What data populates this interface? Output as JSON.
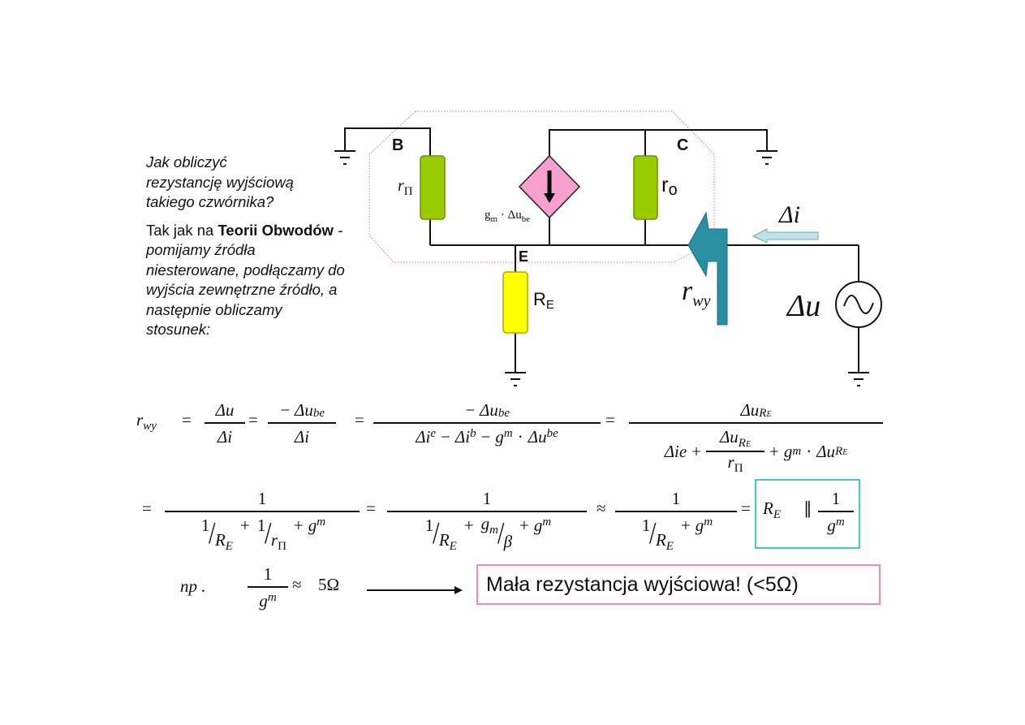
{
  "intro": {
    "question_lines": [
      "Jak obliczyć",
      "rezystancję wyjściową",
      "takiego czwórnika?"
    ],
    "answer_prefix": "Tak jak na ",
    "answer_bold": "Teorii Obwodów",
    "answer_rest": " - pomijamy źródła niesterowane, podłączamy do wyjścia zewnętrzne źródło, a następnie obliczamy stosunek:"
  },
  "circuit": {
    "node_b": "B",
    "node_c": "C",
    "node_e": "E",
    "r_pi": {
      "main": "r",
      "sub": "Π"
    },
    "r_o": {
      "main": "r",
      "sub": "o"
    },
    "r_e": {
      "main": "R",
      "sub": "E"
    },
    "source_label": {
      "a": "g",
      "a_sub": "m",
      "b": " · Δu",
      "b_sub": "be"
    },
    "r_wy": {
      "main": "r",
      "sub": "wy"
    },
    "delta_i": "Δi",
    "delta_u": "Δu",
    "colors": {
      "resistor_green": "#99cc00",
      "resistor_yellow": "#ffff00",
      "source_pink": "#f79fcf",
      "arrow_teal": "#2b8fa3",
      "arrow_light": "#bfe3e8",
      "dotted_outline": "#d070a8"
    }
  },
  "eq": {
    "eq": "=",
    "approx": "≈",
    "plus": "+",
    "minus": "−",
    "dot": "·",
    "par": "∥",
    "one": "1",
    "slash": "/",
    "lhs": {
      "main": "r",
      "sub": "wy"
    },
    "du": "Δu",
    "di": "Δi",
    "neg_du": "− Δu",
    "be": "be",
    "d_ie": "Δi",
    "e": "e",
    "d_ib": "Δi",
    "b": "b",
    "g": "g",
    "m": "m",
    "R": "R",
    "E": "E",
    "RE_sub": "R",
    "RE_subsub": "E",
    "die_text": "Δie",
    "r": "r",
    "pi": "Π",
    "beta": "β",
    "np": "np .",
    "five_ohm": "5Ω"
  },
  "conclusion": "Mała rezystancja wyjściowa! (<5Ω)",
  "colors": {
    "result_box": "#44c4cc",
    "conclusion_box": "#e88cc0"
  }
}
